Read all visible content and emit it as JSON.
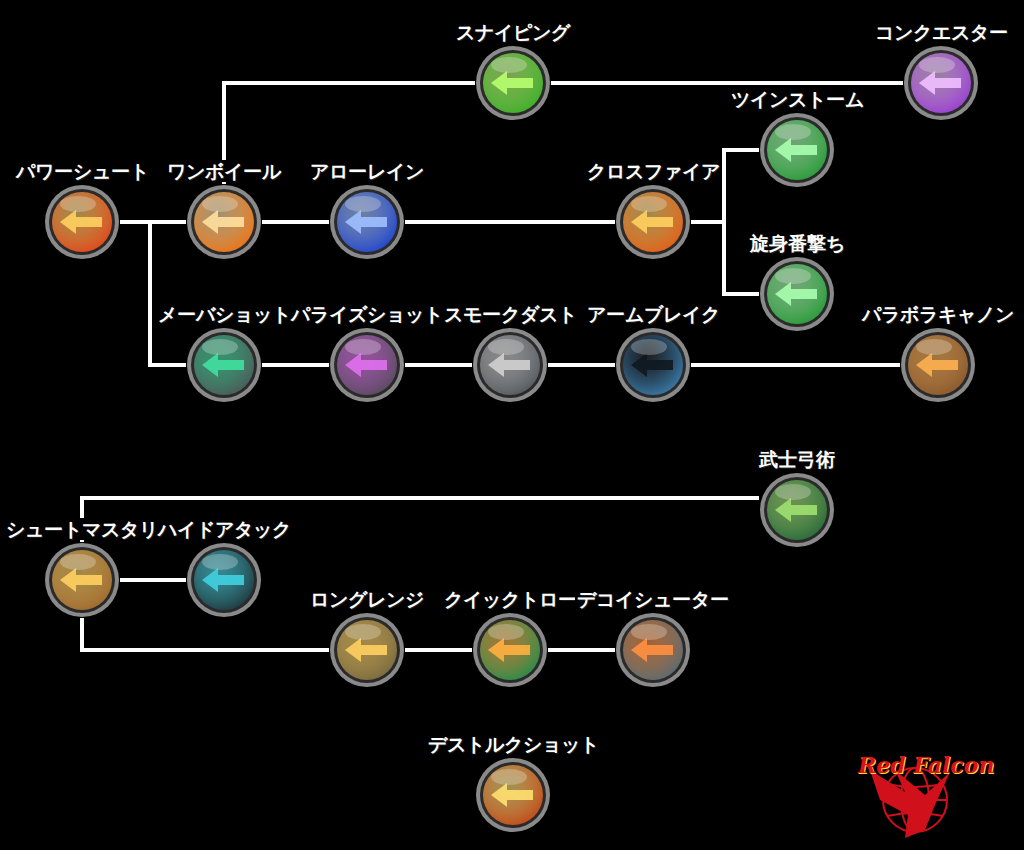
{
  "diagram": {
    "nodes": [
      {
        "text": [
          "パワーシュート"
        ]
      },
      {
        "text": [
          "ワンボイール"
        ]
      },
      {
        "text": [
          "スナイピング"
        ]
      },
      {
        "text": [
          "コンクエスター"
        ]
      },
      {
        "text": [
          "アローレイン"
        ]
      },
      {
        "text": [
          "クロスファイア"
        ]
      },
      {
        "text": [
          "ツインストーム"
        ]
      },
      {
        "text": [
          "旋身番撃ち"
        ]
      },
      {
        "text": [
          "メーバショット"
        ]
      },
      {
        "text": [
          "パライズショット"
        ]
      },
      {
        "text": [
          "スモークダスト"
        ]
      },
      {
        "text": [
          "アームブレイク"
        ]
      },
      {
        "text": [
          "パラボラキャノン"
        ]
      },
      {
        "text": [
          "武士弓術"
        ]
      },
      {
        "text": [
          "シュートマスタリ"
        ]
      },
      {
        "text": [
          "ハイドアタック"
        ]
      },
      {
        "text": [
          "ロングレンジ"
        ]
      },
      {
        "text": [
          "クイックトロー"
        ]
      },
      {
        "text": [
          "デコイシューター"
        ]
      },
      {
        "text": [
          "デストルクショット"
        ]
      }
    ],
    "edges": [
      {
        "from": 0,
        "to": 1,
        "arrow": "none"
      },
      {
        "from": 0,
        "to": 8,
        "arrow": "none"
      },
      {
        "from": 1,
        "to": 2,
        "arrow": "none"
      },
      {
        "from": 2,
        "to": 3,
        "arrow": "none"
      },
      {
        "from": 1,
        "to": 4,
        "arrow": "none"
      },
      {
        "from": 4,
        "to": 5,
        "arrow": "none"
      },
      {
        "from": 5,
        "to": 6,
        "arrow": "none"
      },
      {
        "from": 5,
        "to": 7,
        "arrow": "none"
      },
      {
        "from": 8,
        "to": 9,
        "arrow": "none"
      },
      {
        "from": 9,
        "to": 10,
        "arrow": "none"
      },
      {
        "from": 10,
        "to": 11,
        "arrow": "none"
      },
      {
        "from": 11,
        "to": 12,
        "arrow": "none"
      },
      {
        "from": 14,
        "to": 13,
        "arrow": "none"
      },
      {
        "from": 14,
        "to": 15,
        "arrow": "none"
      },
      {
        "from": 14,
        "to": 16,
        "arrow": "none"
      },
      {
        "from": 16,
        "to": 17,
        "arrow": "none"
      },
      {
        "from": 17,
        "to": 18,
        "arrow": "none"
      }
    ],
    "labels": [
      "Red Falcon"
    ]
  }
}
